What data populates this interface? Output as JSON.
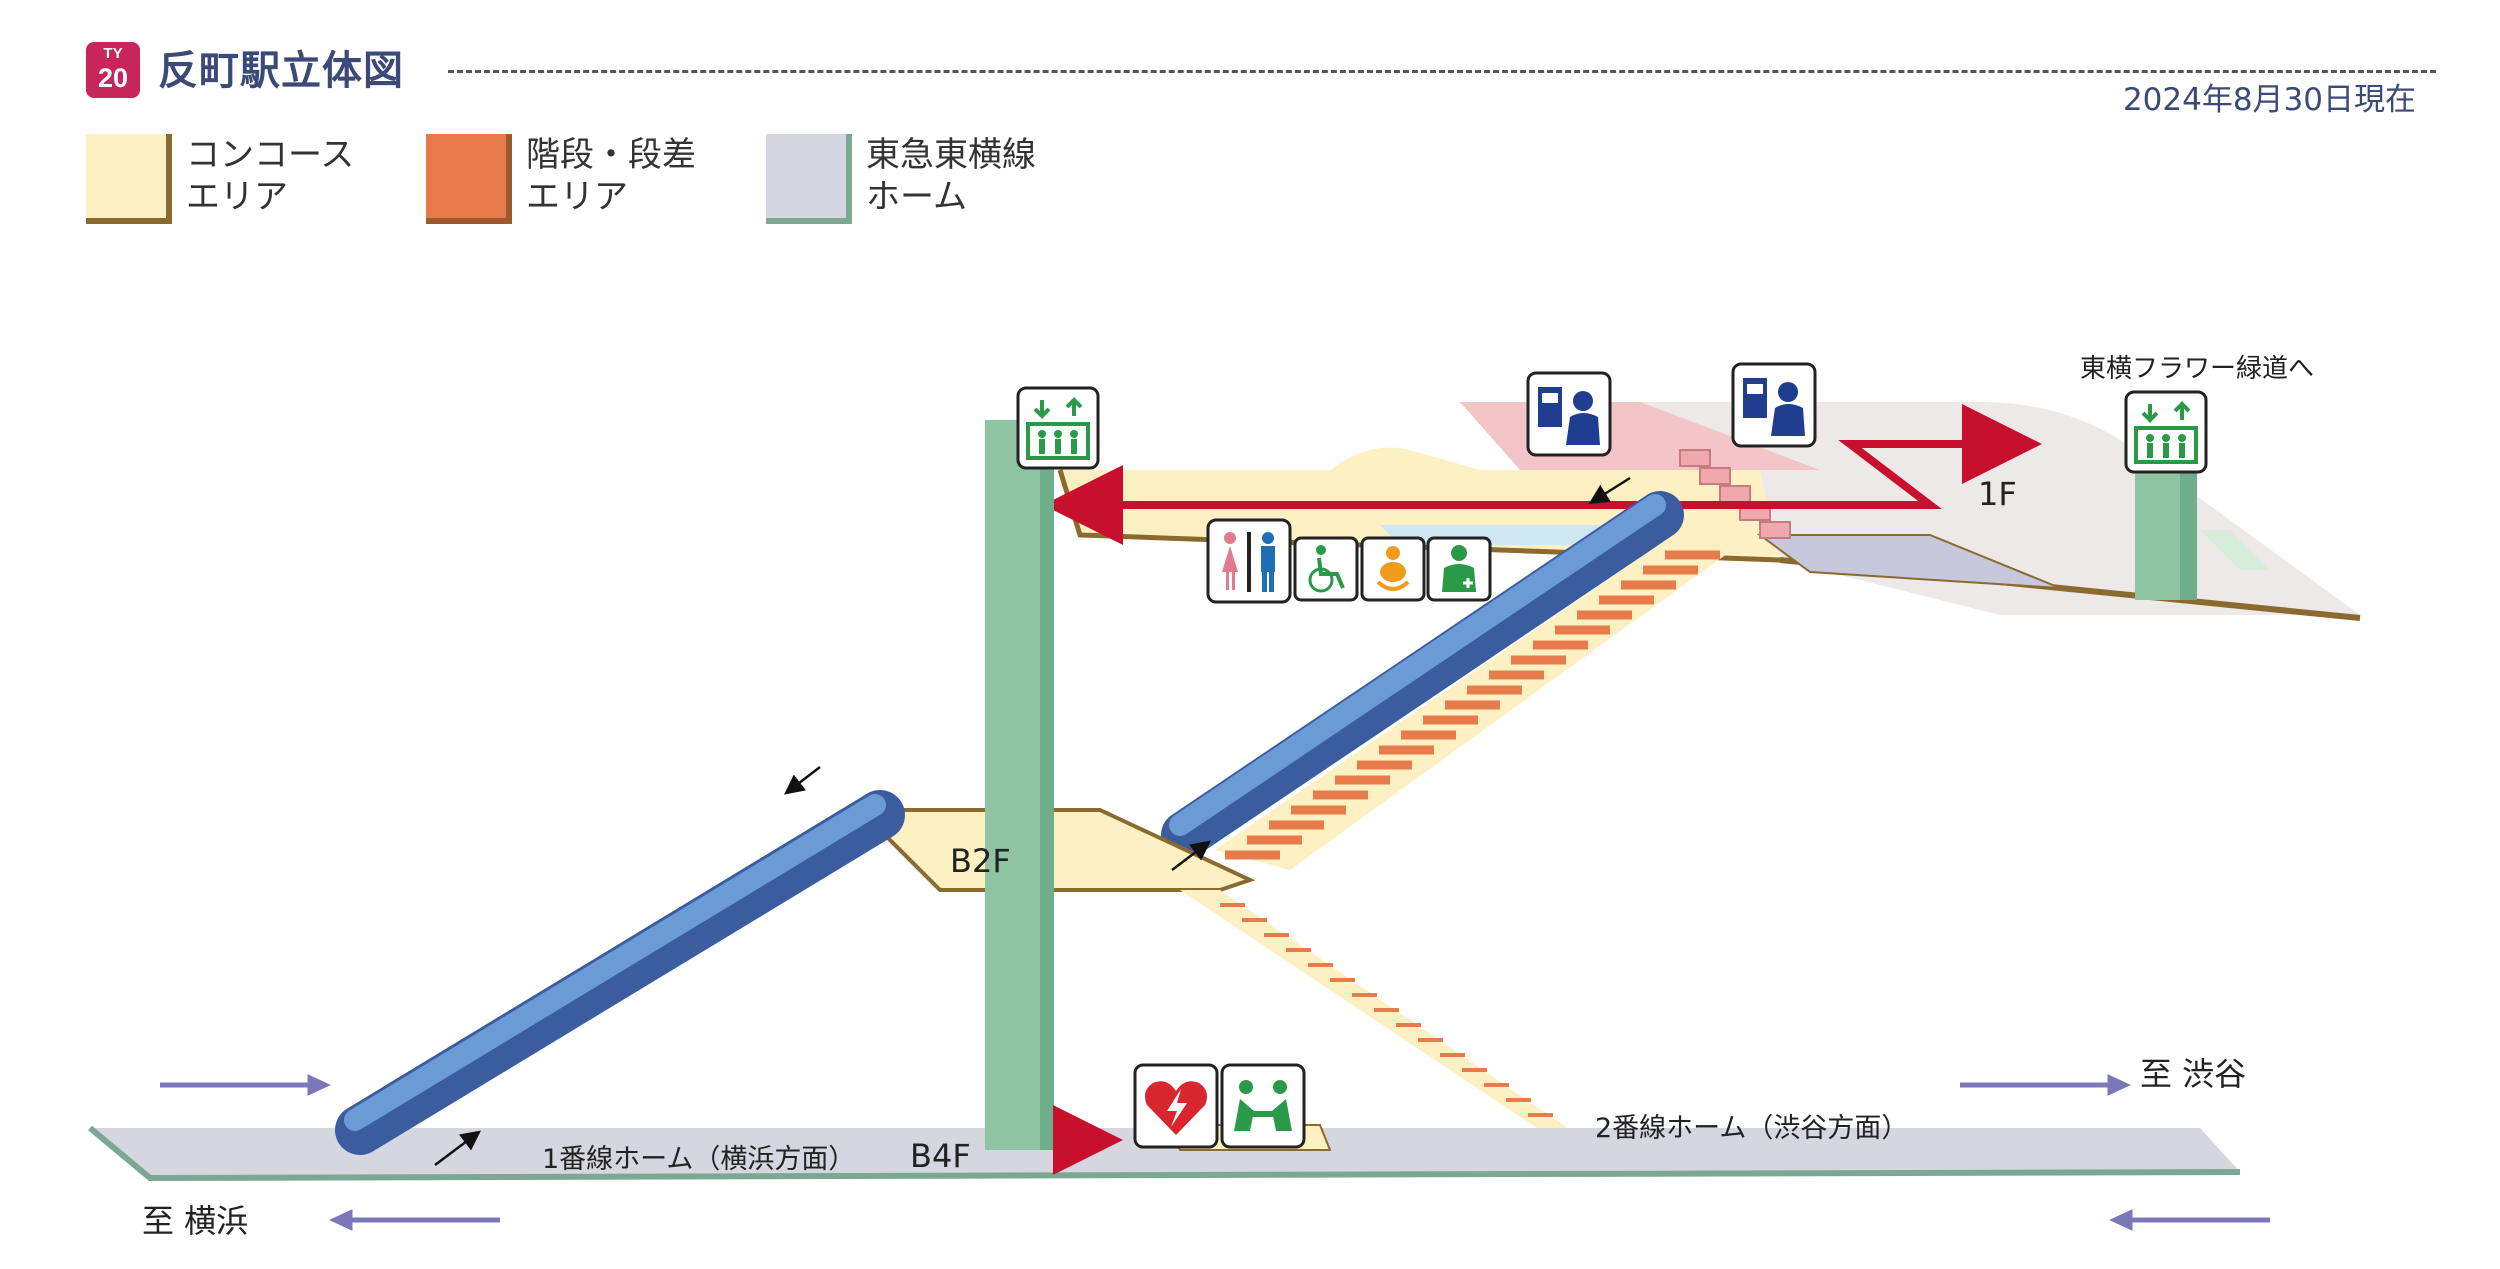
{
  "header": {
    "line_code": "TY",
    "station_number": "20",
    "title": "反町駅立体図",
    "date": "2024年8月30日現在"
  },
  "legend": [
    {
      "line1": "コンコース",
      "line2": "エリア",
      "color": "#fdf0c2",
      "edge": "#8a6a2e"
    },
    {
      "line1": "階段・段差",
      "line2": "エリア",
      "color": "#e87b4c",
      "edge": "#9a5a2e"
    },
    {
      "line1": "東急東横線",
      "line2": "ホーム",
      "color": "#d5d6e0",
      "edge": "#7aa892"
    }
  ],
  "floors": {
    "f1": "1F",
    "b2f": "B2F",
    "b4f": "B4F"
  },
  "labels": {
    "flower_path": "東横フラワー緑道へ",
    "platform1": "1番線ホーム（横浜方面）",
    "platform2": "2番線ホーム（渋谷方面）",
    "to_shibuya": "至 渋谷",
    "to_yokohama": "至 横浜"
  },
  "icons": {
    "elevator": "elevator-icon",
    "ticket": "ticket-machine-icon",
    "toilet": "restroom-icon",
    "wheelchair": "accessible-toilet-icon",
    "baby": "baby-care-icon",
    "ostomate": "ostomate-icon",
    "aed": "aed-icon",
    "waiting": "waiting-area-icon"
  },
  "colors": {
    "concourse": "#fdf0c2",
    "stairs": "#e87b4c",
    "platform": "#d5d6e0",
    "escalator": "#5b7fc4",
    "elevator_shaft": "#8fc4a3",
    "route_arrow": "#c8102e",
    "station_badge": "#c8265a"
  }
}
